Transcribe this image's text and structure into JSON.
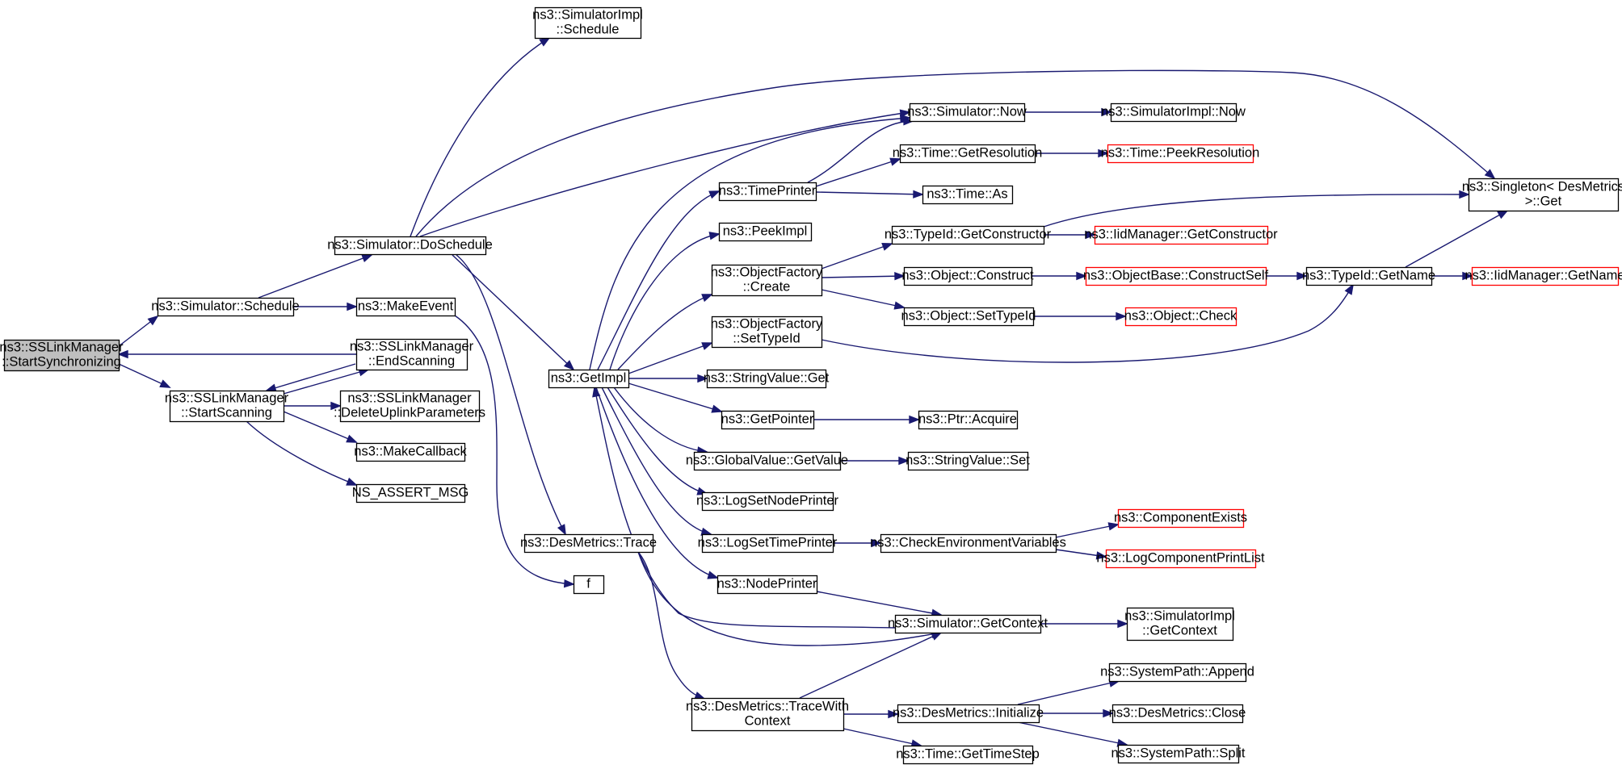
{
  "colors": {
    "edge": "#191970",
    "node_border": "#000000",
    "node_border_truncated": "#ff0000",
    "node_fill": "#ffffff",
    "root_fill": "#bfbfbf"
  },
  "nodes": [
    {
      "id": "startSync",
      "lines": [
        "ns3::SSLinkManager",
        "::StartSynchronizing"
      ],
      "style": "root"
    },
    {
      "id": "schedule",
      "lines": [
        "ns3::Simulator::Schedule"
      ],
      "style": "normal"
    },
    {
      "id": "startScanning",
      "lines": [
        "ns3::SSLinkManager",
        "::StartScanning"
      ],
      "style": "normal"
    },
    {
      "id": "doSchedule",
      "lines": [
        "ns3::Simulator::DoSchedule"
      ],
      "style": "normal"
    },
    {
      "id": "makeEvent",
      "lines": [
        "ns3::MakeEvent"
      ],
      "style": "normal"
    },
    {
      "id": "endScanning",
      "lines": [
        "ns3::SSLinkManager",
        "::EndScanning"
      ],
      "style": "normal"
    },
    {
      "id": "deleteUplink",
      "lines": [
        "ns3::SSLinkManager",
        "::DeleteUplinkParameters"
      ],
      "style": "normal"
    },
    {
      "id": "makeCallback",
      "lines": [
        "ns3::MakeCallback"
      ],
      "style": "normal"
    },
    {
      "id": "nsAssert",
      "lines": [
        "NS_ASSERT_MSG"
      ],
      "style": "normal"
    },
    {
      "id": "simImplSchedule",
      "lines": [
        "ns3::SimulatorImpl",
        "::Schedule"
      ],
      "style": "normal"
    },
    {
      "id": "getImpl",
      "lines": [
        "ns3::GetImpl"
      ],
      "style": "normal"
    },
    {
      "id": "desTrace",
      "lines": [
        "ns3::DesMetrics::Trace"
      ],
      "style": "normal"
    },
    {
      "id": "f",
      "lines": [
        "f"
      ],
      "style": "normal"
    },
    {
      "id": "simNow",
      "lines": [
        "ns3::Simulator::Now"
      ],
      "style": "normal"
    },
    {
      "id": "simImplNow",
      "lines": [
        "ns3::SimulatorImpl::Now"
      ],
      "style": "normal"
    },
    {
      "id": "timePrinter",
      "lines": [
        "ns3::TimePrinter"
      ],
      "style": "normal"
    },
    {
      "id": "getResolution",
      "lines": [
        "ns3::Time::GetResolution"
      ],
      "style": "normal"
    },
    {
      "id": "peekResolution",
      "lines": [
        "ns3::Time::PeekResolution"
      ],
      "style": "truncated"
    },
    {
      "id": "timeAs",
      "lines": [
        "ns3::Time::As"
      ],
      "style": "normal"
    },
    {
      "id": "peekImpl",
      "lines": [
        "ns3::PeekImpl"
      ],
      "style": "normal"
    },
    {
      "id": "ofCreate",
      "lines": [
        "ns3::ObjectFactory",
        "::Create"
      ],
      "style": "normal"
    },
    {
      "id": "getConstructor",
      "lines": [
        "ns3::TypeId::GetConstructor"
      ],
      "style": "normal"
    },
    {
      "id": "iidGetConstructor",
      "lines": [
        "ns3::IidManager::GetConstructor"
      ],
      "style": "truncated"
    },
    {
      "id": "objConstruct",
      "lines": [
        "ns3::Object::Construct"
      ],
      "style": "normal"
    },
    {
      "id": "constructSelf",
      "lines": [
        "ns3::ObjectBase::ConstructSelf"
      ],
      "style": "truncated"
    },
    {
      "id": "typeIdGetName",
      "lines": [
        "ns3::TypeId::GetName"
      ],
      "style": "normal"
    },
    {
      "id": "iidGetName",
      "lines": [
        "ns3::IidManager::GetName"
      ],
      "style": "truncated"
    },
    {
      "id": "singletonGet",
      "lines": [
        "ns3::Singleton< DesMetrics",
        " >::Get"
      ],
      "style": "normal"
    },
    {
      "id": "objSetTypeId",
      "lines": [
        "ns3::Object::SetTypeId"
      ],
      "style": "normal"
    },
    {
      "id": "objCheck",
      "lines": [
        "ns3::Object::Check"
      ],
      "style": "truncated"
    },
    {
      "id": "ofSetTypeId",
      "lines": [
        "ns3::ObjectFactory",
        "::SetTypeId"
      ],
      "style": "normal"
    },
    {
      "id": "stringValueGet",
      "lines": [
        "ns3::StringValue::Get"
      ],
      "style": "normal"
    },
    {
      "id": "getPointer",
      "lines": [
        "ns3::GetPointer"
      ],
      "style": "normal"
    },
    {
      "id": "ptrAcquire",
      "lines": [
        "ns3::Ptr::Acquire"
      ],
      "style": "normal"
    },
    {
      "id": "gvGetValue",
      "lines": [
        "ns3::GlobalValue::GetValue"
      ],
      "style": "normal"
    },
    {
      "id": "stringValueSet",
      "lines": [
        "ns3::StringValue::Set"
      ],
      "style": "normal"
    },
    {
      "id": "logSetNode",
      "lines": [
        "ns3::LogSetNodePrinter"
      ],
      "style": "normal"
    },
    {
      "id": "logSetTime",
      "lines": [
        "ns3::LogSetTimePrinter"
      ],
      "style": "normal"
    },
    {
      "id": "checkEnv",
      "lines": [
        "ns3::CheckEnvironmentVariables"
      ],
      "style": "normal"
    },
    {
      "id": "componentExists",
      "lines": [
        "ns3::ComponentExists"
      ],
      "style": "truncated"
    },
    {
      "id": "logCompPrint",
      "lines": [
        "ns3::LogComponentPrintList"
      ],
      "style": "truncated"
    },
    {
      "id": "nodePrinter",
      "lines": [
        "ns3::NodePrinter"
      ],
      "style": "normal"
    },
    {
      "id": "simGetContext",
      "lines": [
        "ns3::Simulator::GetContext"
      ],
      "style": "normal"
    },
    {
      "id": "simImplGetContext",
      "lines": [
        "ns3::SimulatorImpl",
        "::GetContext"
      ],
      "style": "normal"
    },
    {
      "id": "traceWithContext",
      "lines": [
        "ns3::DesMetrics::TraceWith",
        "Context"
      ],
      "style": "normal"
    },
    {
      "id": "desInitialize",
      "lines": [
        "ns3::DesMetrics::Initialize"
      ],
      "style": "normal"
    },
    {
      "id": "sysPathAppend",
      "lines": [
        "ns3::SystemPath::Append"
      ],
      "style": "normal"
    },
    {
      "id": "desClose",
      "lines": [
        "ns3::DesMetrics::Close"
      ],
      "style": "normal"
    },
    {
      "id": "sysPathSplit",
      "lines": [
        "ns3::SystemPath::Split"
      ],
      "style": "normal"
    },
    {
      "id": "getTimeStep",
      "lines": [
        "ns3::Time::GetTimeStep"
      ],
      "style": "normal"
    }
  ],
  "edges": [
    [
      "startSync",
      "schedule"
    ],
    [
      "startSync",
      "startScanning"
    ],
    [
      "endScanning",
      "startSync"
    ],
    [
      "schedule",
      "doSchedule"
    ],
    [
      "schedule",
      "makeEvent"
    ],
    [
      "startScanning",
      "endScanning"
    ],
    [
      "endScanning",
      "startScanning"
    ],
    [
      "startScanning",
      "deleteUplink"
    ],
    [
      "startScanning",
      "makeCallback"
    ],
    [
      "startScanning",
      "nsAssert"
    ],
    [
      "makeEvent",
      "f"
    ],
    [
      "doSchedule",
      "simImplSchedule"
    ],
    [
      "doSchedule",
      "singletonGet"
    ],
    [
      "doSchedule",
      "simNow"
    ],
    [
      "doSchedule",
      "getImpl"
    ],
    [
      "doSchedule",
      "desTrace"
    ],
    [
      "getImpl",
      "simNow"
    ],
    [
      "getImpl",
      "timePrinter"
    ],
    [
      "getImpl",
      "peekImpl"
    ],
    [
      "getImpl",
      "ofCreate"
    ],
    [
      "getImpl",
      "ofSetTypeId"
    ],
    [
      "getImpl",
      "stringValueGet"
    ],
    [
      "getImpl",
      "getPointer"
    ],
    [
      "getImpl",
      "gvGetValue"
    ],
    [
      "getImpl",
      "logSetNode"
    ],
    [
      "getImpl",
      "logSetTime"
    ],
    [
      "getImpl",
      "nodePrinter"
    ],
    [
      "simGetContext",
      "getImpl"
    ],
    [
      "simNow",
      "simImplNow"
    ],
    [
      "timePrinter",
      "simNow"
    ],
    [
      "timePrinter",
      "getResolution"
    ],
    [
      "timePrinter",
      "timeAs"
    ],
    [
      "getResolution",
      "peekResolution"
    ],
    [
      "ofCreate",
      "getConstructor"
    ],
    [
      "ofCreate",
      "objConstruct"
    ],
    [
      "ofCreate",
      "objSetTypeId"
    ],
    [
      "getConstructor",
      "iidGetConstructor"
    ],
    [
      "getConstructor",
      "singletonGet"
    ],
    [
      "objConstruct",
      "constructSelf"
    ],
    [
      "constructSelf",
      "typeIdGetName"
    ],
    [
      "typeIdGetName",
      "iidGetName"
    ],
    [
      "typeIdGetName",
      "singletonGet"
    ],
    [
      "objSetTypeId",
      "objCheck"
    ],
    [
      "ofSetTypeId",
      "typeIdGetName"
    ],
    [
      "getPointer",
      "ptrAcquire"
    ],
    [
      "gvGetValue",
      "stringValueSet"
    ],
    [
      "logSetTime",
      "checkEnv"
    ],
    [
      "checkEnv",
      "componentExists"
    ],
    [
      "checkEnv",
      "logCompPrint"
    ],
    [
      "nodePrinter",
      "simGetContext"
    ],
    [
      "simGetContext",
      "simImplGetContext"
    ],
    [
      "desTrace",
      "simGetContext"
    ],
    [
      "desTrace",
      "traceWithContext"
    ],
    [
      "traceWithContext",
      "simGetContext"
    ],
    [
      "traceWithContext",
      "desInitialize"
    ],
    [
      "traceWithContext",
      "getTimeStep"
    ],
    [
      "desInitialize",
      "sysPathAppend"
    ],
    [
      "desInitialize",
      "desClose"
    ],
    [
      "desInitialize",
      "sysPathSplit"
    ]
  ]
}
